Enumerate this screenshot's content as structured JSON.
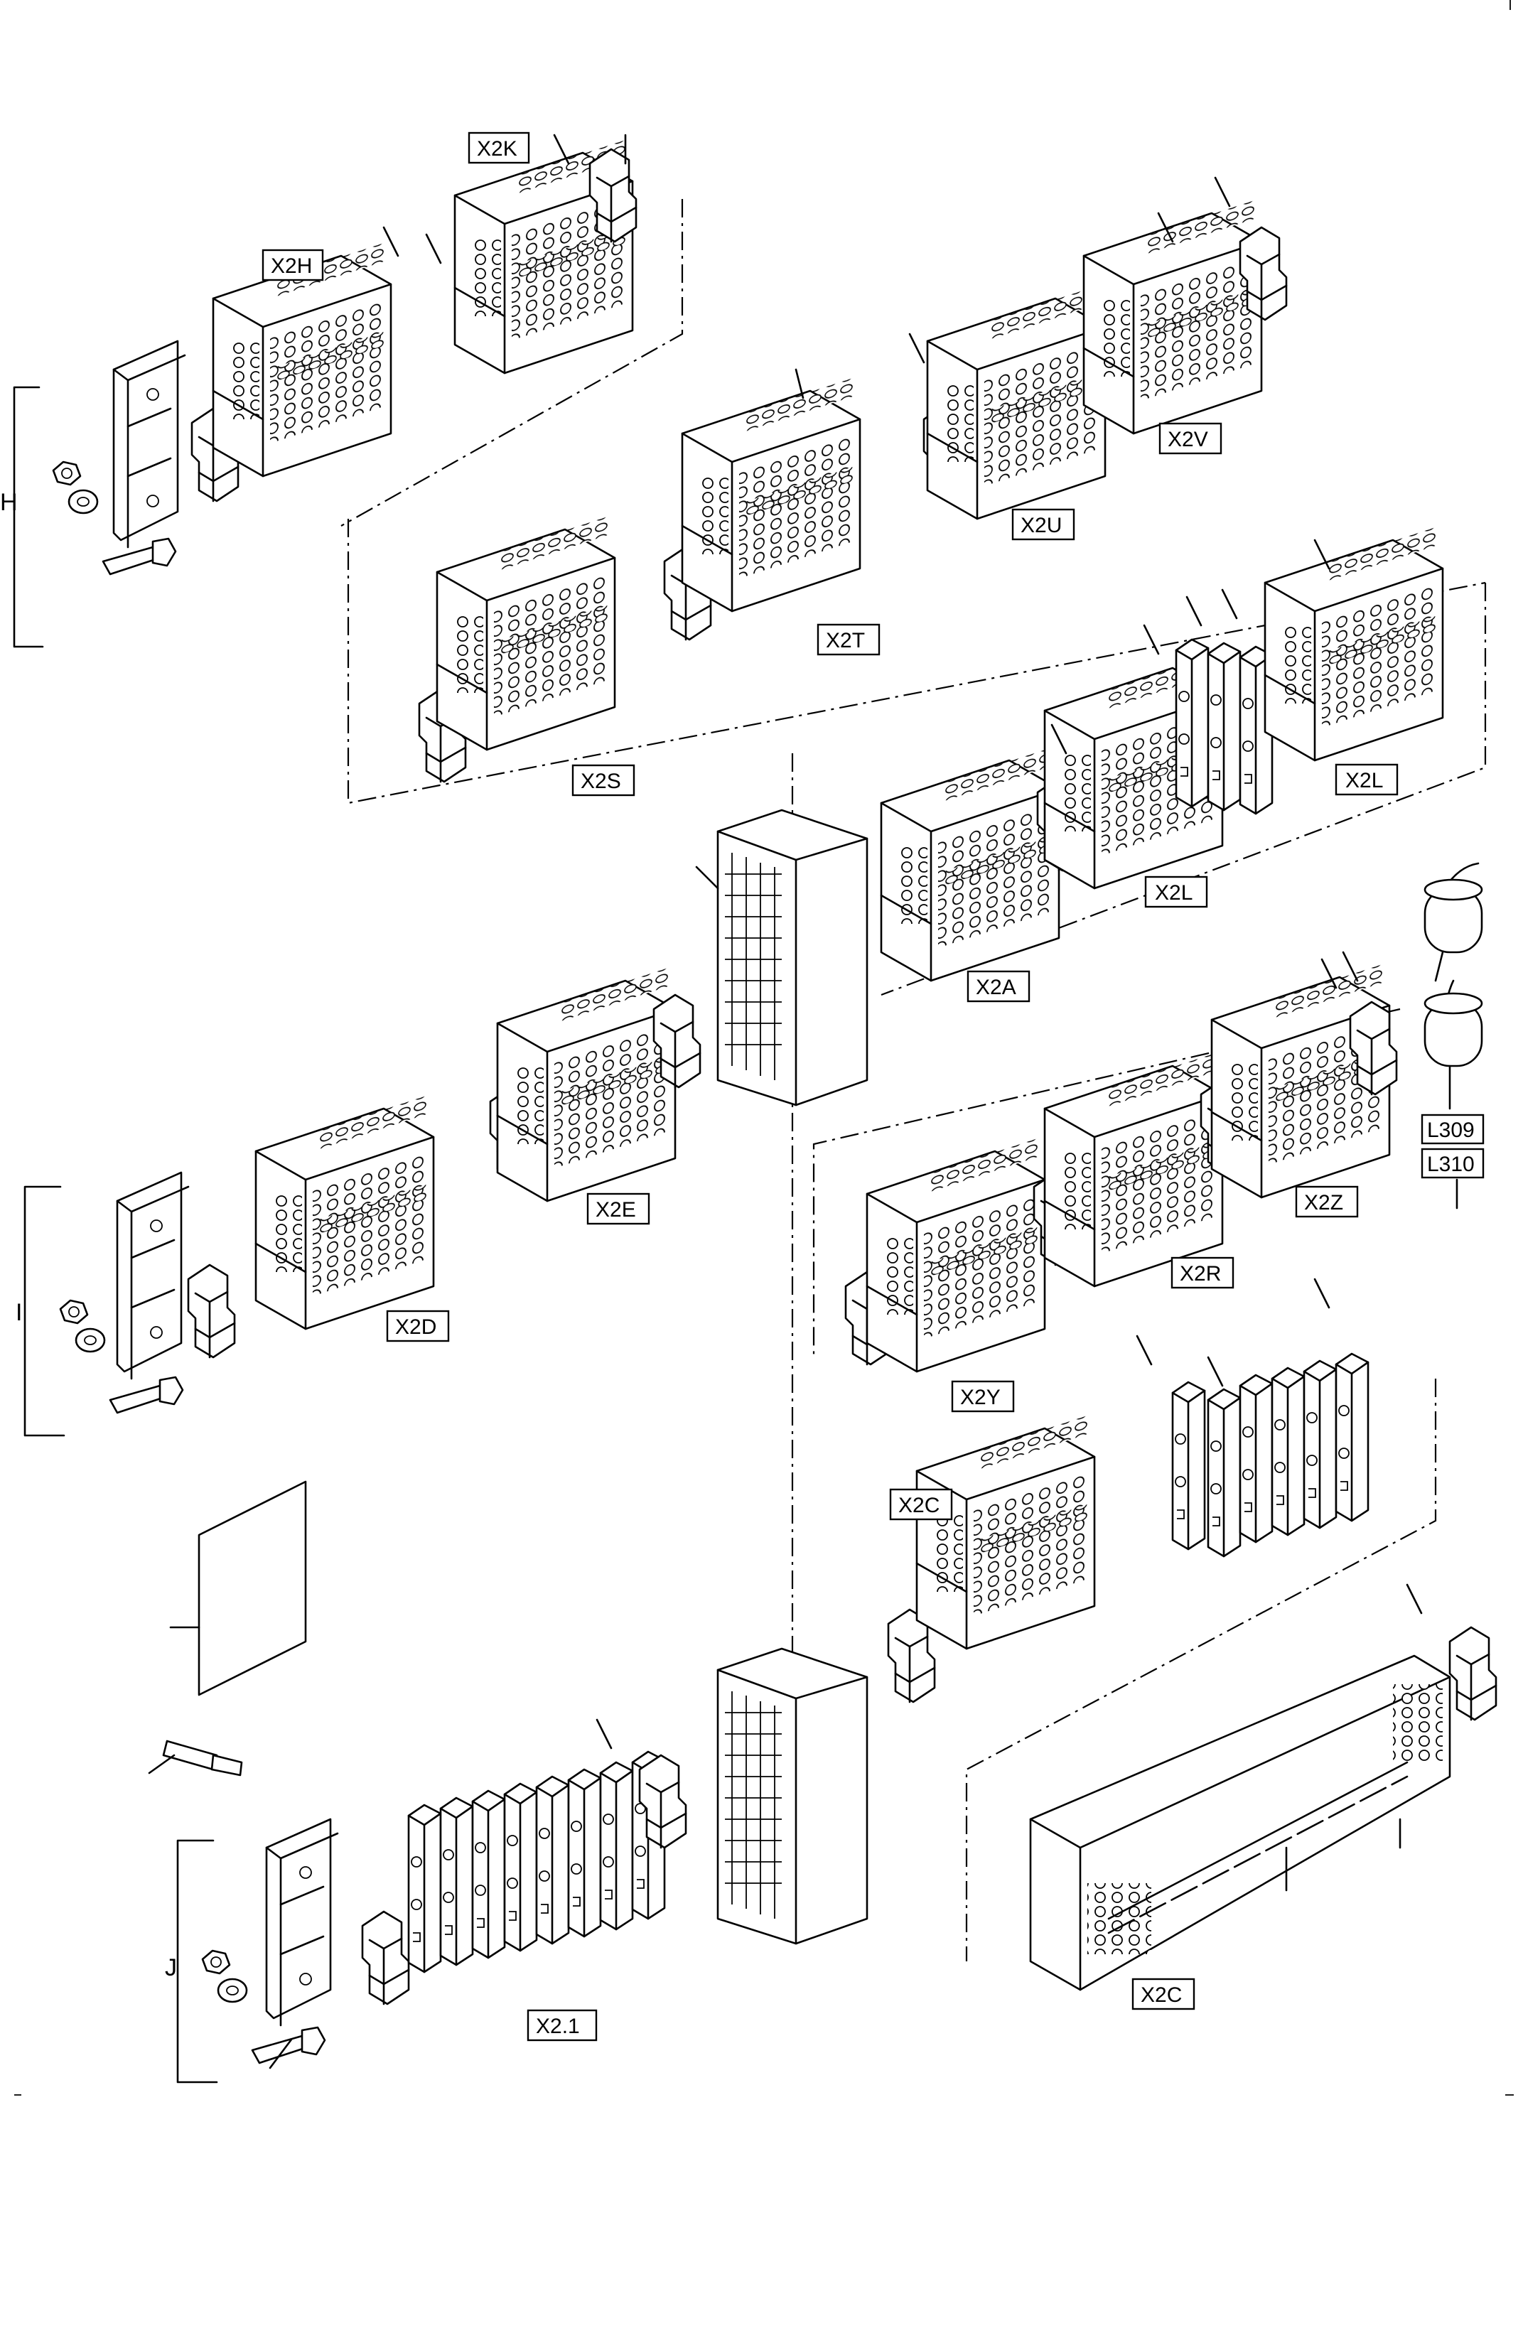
{
  "labels": {
    "x2k": "X2K",
    "x2h": "X2H",
    "x2v": "X2V",
    "x2u": "X2U",
    "x2t": "X2T",
    "x2s": "X2S",
    "x2l_top": "X2L",
    "x2l_mid": "X2L",
    "x2a": "X2A",
    "x2e": "X2E",
    "x2d": "X2D",
    "x2z": "X2Z",
    "x2r": "X2R",
    "x2y": "X2Y",
    "x2c_top": "X2C",
    "x2c_bottom": "X2C",
    "x21": "X2.1",
    "l309": "L309",
    "l310": "L310"
  },
  "groups": {
    "h": "H",
    "i": "I",
    "j": "J"
  },
  "colors": {
    "ink": "#000000",
    "paper": "#ffffff"
  }
}
